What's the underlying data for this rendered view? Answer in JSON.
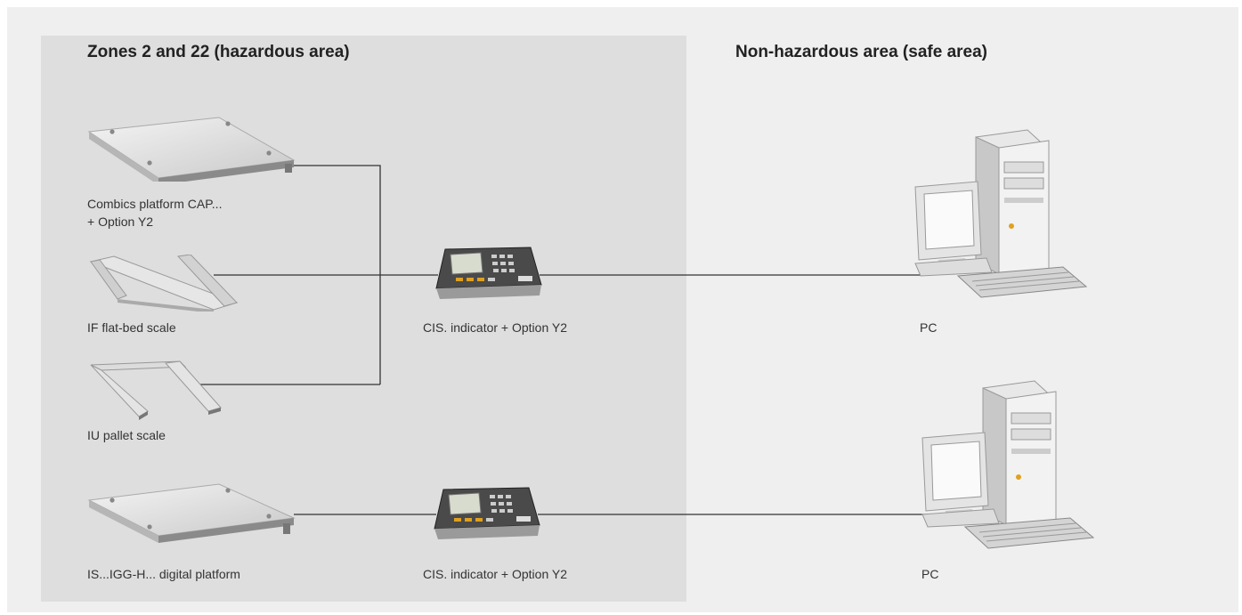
{
  "zones": {
    "hazardous_title": "Zones 2 and 22 (hazardous area)",
    "safe_title": "Non-hazardous area (safe area)"
  },
  "devices": {
    "combics_platform": {
      "line1": "Combics platform CAP...",
      "line2": "+ Option Y2",
      "icon": "weighing-platform-icon"
    },
    "if_flatbed": {
      "label": "IF flat-bed scale",
      "icon": "flat-bed-scale-icon"
    },
    "iu_pallet": {
      "label": "IU pallet scale",
      "icon": "pallet-scale-icon"
    },
    "is_igg_platform": {
      "label": "IS...IGG-H... digital platform",
      "icon": "weighing-platform-icon"
    },
    "indicator_top": {
      "label": "CIS. indicator + Option Y2",
      "icon": "indicator-terminal-icon"
    },
    "indicator_bottom": {
      "label": "CIS. indicator + Option Y2",
      "icon": "indicator-terminal-icon"
    },
    "pc_top": {
      "label": "PC",
      "icon": "desktop-pc-icon"
    },
    "pc_bottom": {
      "label": "PC",
      "icon": "desktop-pc-icon"
    }
  },
  "colors": {
    "background": "#efefef",
    "hazard_zone": "#dedede",
    "wire": "#333333",
    "accent_key": "#e0a020"
  }
}
